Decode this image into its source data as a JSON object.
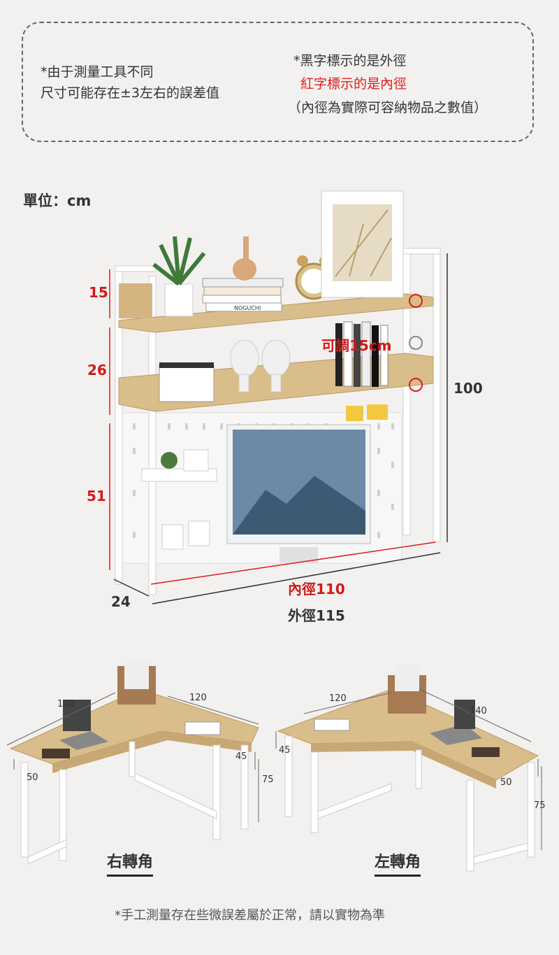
{
  "notice": {
    "left_line1": "*由于測量工具不同",
    "left_line2": "尺寸可能存在±3左右的誤差值",
    "right_line1": "*黑字標示的是外徑",
    "right_line2": "紅字標示的是內徑",
    "right_line3": "（內徑為實際可容納物品之數值）"
  },
  "unit_label": "單位：cm",
  "shelf": {
    "dim_15": "15",
    "dim_26": "26",
    "dim_51": "51",
    "dim_100": "100",
    "dim_24": "24",
    "adjustable": "可調15cm",
    "inner_width": "內徑110",
    "outer_width": "外徑115",
    "book_label": "NOGUCHI"
  },
  "desk_right": {
    "w140": "140",
    "w120": "120",
    "d50": "50",
    "d45": "45",
    "h75": "75",
    "caption": "右轉角"
  },
  "desk_left": {
    "w120": "120",
    "w140": "140",
    "d45": "45",
    "d50": "50",
    "h75": "75",
    "caption": "左轉角"
  },
  "footer_note": "*手工測量存在些微誤差屬於正常，請以實物為準",
  "colors": {
    "inner_red": "#e11b1b",
    "wood": "#d9bd8a",
    "frame": "#ffffff"
  }
}
